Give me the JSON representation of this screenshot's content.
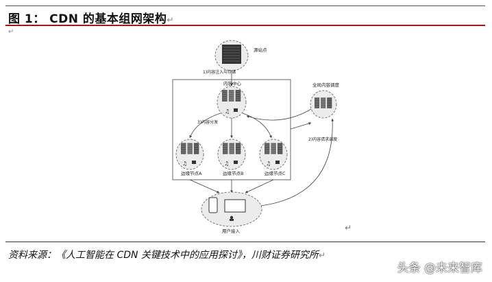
{
  "figure_title": "图 1： CDN 的基本组网架构",
  "title_mark": "↵",
  "stray_mark": "↵",
  "stray_mark_2": "↵",
  "diagram": {
    "source_station": "源站点",
    "step1": "1)内容注入与存储",
    "content_center": "内容中心",
    "global_scheduler": "全局内容调度",
    "step3": "3)内容分发",
    "step2": "2)内容请求调度",
    "edge_a": "边缘节点A",
    "edge_b": "边缘节点B",
    "edge_c": "边缘节点C",
    "user_access": "用户接入"
  },
  "source": "资料来源：《人工智能在 CDN 关键技术中的应用探讨》，川财证券研究所",
  "source_mark": "↵",
  "watermark": "头条 @未来智库"
}
